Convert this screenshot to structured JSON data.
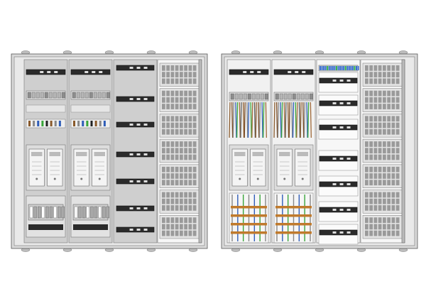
{
  "title": "",
  "colors": {
    "background": "#ffffff",
    "cabinet_frame": "#d9d9d9",
    "cabinet_body": "#e9e9e9",
    "panel_grey": "#cfcfcf",
    "dark_bar": "#2b2b2b",
    "meter_white": "#f4f4f4",
    "vent_grid": "#9a9a9a",
    "wire_brown": "#8a5a2b",
    "wire_blue": "#2f5db8",
    "wire_green": "#3aa63a",
    "wire_grey": "#888888",
    "busbar_copper": "#c07a2c",
    "terminal_blue": "#3a6fd0",
    "terminal_green": "#34b34a"
  },
  "cabinets": [
    {
      "name": "cabinet-with-covers",
      "view": "closed",
      "fields": 4,
      "description_icons": [
        "hinge-icon",
        "lock-icon"
      ]
    },
    {
      "name": "cabinet-open-wired",
      "view": "open",
      "fields": 4,
      "description_icons": [
        "hinge-icon",
        "lock-icon",
        "wire-icon",
        "busbar-icon"
      ]
    }
  ]
}
